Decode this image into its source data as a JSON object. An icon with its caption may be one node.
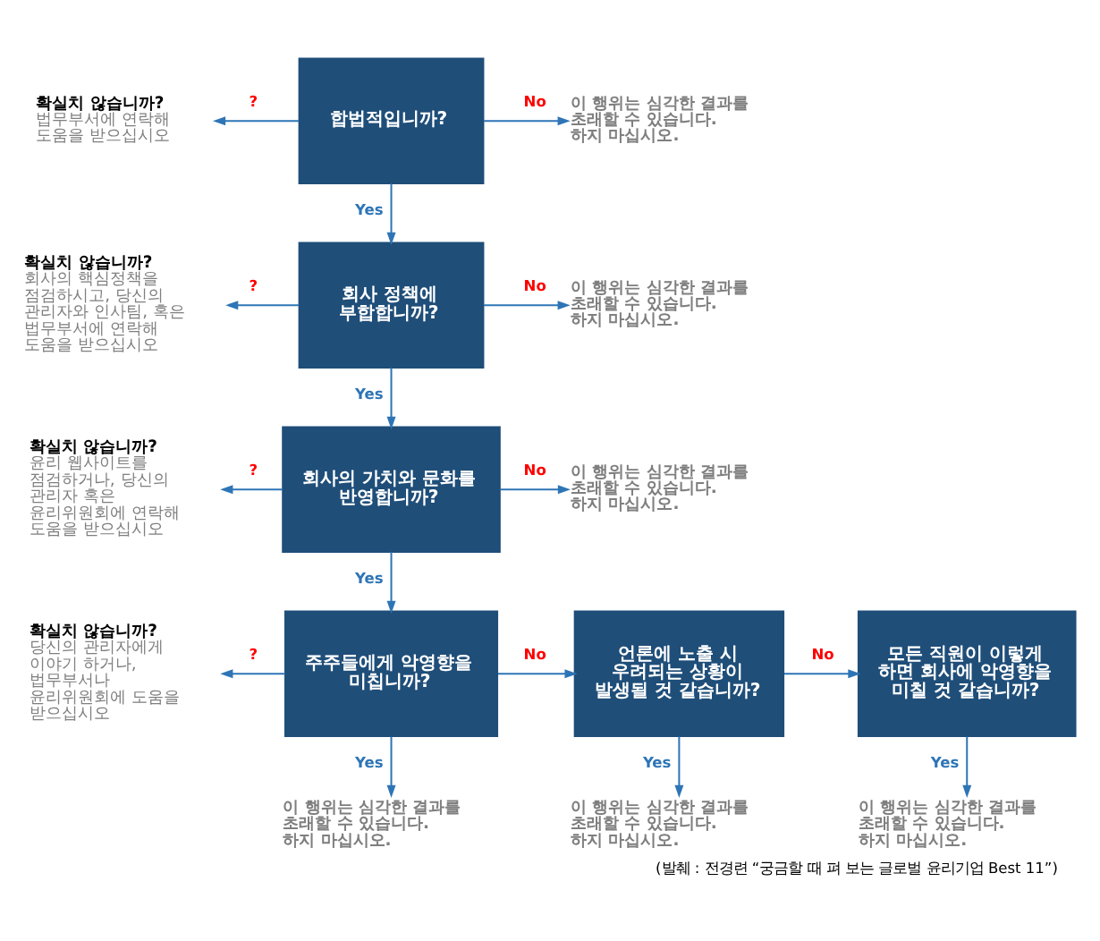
{
  "diagram": {
    "caption": "(발췌 : 전경련 “궁금할 때 펴 보는 글로벌 윤리기업 Best 11”)",
    "nodes": [
      {
        "text": [
          "확실치 않습니까?",
          "법무부서에 연락해 도움을 받으십시오"
        ]
      },
      {
        "text": [
          "합법적입니까?"
        ]
      },
      {
        "text": [
          "이 행위는 심각한 결과를 초래할 수 있습니다. 하지 마십시오."
        ]
      },
      {
        "text": [
          "확실치 않습니까?",
          "회사의 핵심정책을 점검하시고, 당신의 관리자와 인사팀, 혹은 법무부서에 연락해 도움을 받으십시오"
        ]
      },
      {
        "text": [
          "회사 정책에 부합합니까?"
        ]
      },
      {
        "text": [
          "이 행위는 심각한 결과를 초래할 수 있습니다. 하지 마십시오."
        ]
      },
      {
        "text": [
          "확실치 않습니까?",
          "윤리 웹사이트를 점검하거나, 당신의 관리자 혹은 윤리위원회에 연락해 도움을 받으십시오"
        ]
      },
      {
        "text": [
          "회사의 가치와 문화를 반영합니까?"
        ]
      },
      {
        "text": [
          "이 행위는 심각한 결과를 초래할 수 있습니다. 하지 마십시오."
        ]
      },
      {
        "text": [
          "확실치 않습니까?",
          "당신의 관리자에게 이야기 하거나, 법무부서나 윤리위원회에 도움을 받으십시오"
        ]
      },
      {
        "text": [
          "주주들에게 악영향을 미칩니까?"
        ]
      },
      {
        "text": [
          "언론에 노출 시 우려되는 상황이 발생될 것 같습니까?"
        ]
      },
      {
        "text": [
          "모든 직원이 이렇게 하면 회사에 악영향을 미칠 것 같습니까?"
        ]
      },
      {
        "text": [
          "이 행위는 심각한 결과를 초래할 수 있습니다. 하지 마십시오."
        ]
      },
      {
        "text": [
          "이 행위는 심각한 결과를 초래할 수 있습니다. 하지 마십시오."
        ]
      },
      {
        "text": [
          "이 행위는 심각한 결과를 초래할 수 있습니다. 하지 마십시오."
        ]
      }
    ],
    "edges": [
      {
        "from": 1,
        "to": 0,
        "label": "?",
        "arrow": "to"
      },
      {
        "from": 1,
        "to": 2,
        "label": "No",
        "arrow": "to"
      },
      {
        "from": 1,
        "to": 4,
        "label": "Yes",
        "arrow": "to"
      },
      {
        "from": 4,
        "to": 3,
        "label": "?",
        "arrow": "to"
      },
      {
        "from": 4,
        "to": 5,
        "label": "No",
        "arrow": "to"
      },
      {
        "from": 4,
        "to": 7,
        "label": "Yes",
        "arrow": "to"
      },
      {
        "from": 7,
        "to": 6,
        "label": "?",
        "arrow": "to"
      },
      {
        "from": 7,
        "to": 8,
        "label": "No",
        "arrow": "to"
      },
      {
        "from": 7,
        "to": 10,
        "label": "Yes",
        "arrow": "to"
      },
      {
        "from": 10,
        "to": 9,
        "label": "?",
        "arrow": "to"
      },
      {
        "from": 10,
        "to": 11,
        "label": "No",
        "arrow": "to"
      },
      {
        "from": 11,
        "to": 12,
        "label": "No",
        "arrow": "to"
      },
      {
        "from": 10,
        "to": 13,
        "label": "Yes",
        "arrow": "to"
      },
      {
        "from": 11,
        "to": 14,
        "label": "Yes",
        "arrow": "to"
      },
      {
        "from": 12,
        "to": 15,
        "label": "Yes",
        "arrow": "to"
      }
    ]
  }
}
